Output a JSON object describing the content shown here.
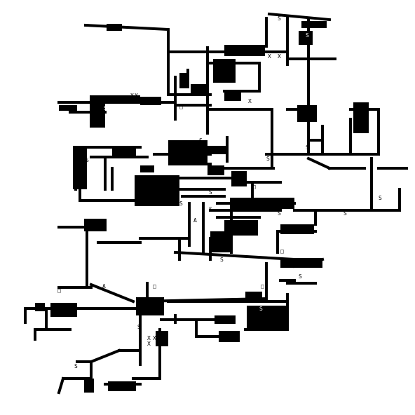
{
  "colors": {
    "background": "#ffffff",
    "wall": "#000000",
    "marker_inverse": "#ffffff"
  },
  "legend_glyphs": {
    "station_marker": "S",
    "crossing_marker": "X",
    "node_marker": "□",
    "alt_marker": "A"
  }
}
